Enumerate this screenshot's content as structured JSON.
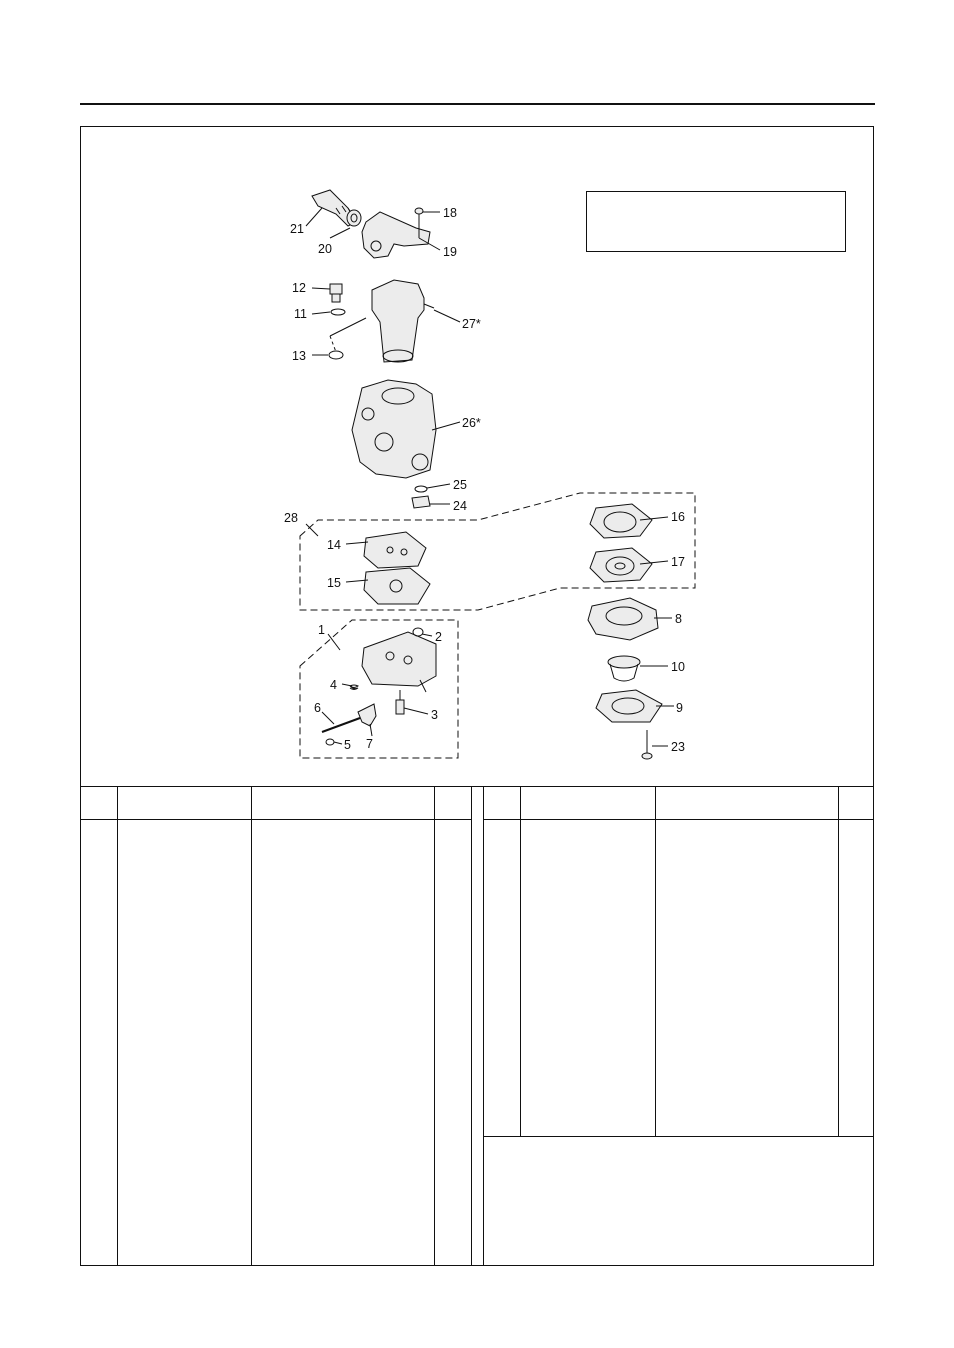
{
  "diagram": {
    "callouts": [
      {
        "id": "c21",
        "text": "21"
      },
      {
        "id": "c20",
        "text": "20"
      },
      {
        "id": "c18",
        "text": "18"
      },
      {
        "id": "c19",
        "text": "19"
      },
      {
        "id": "c12",
        "text": "12"
      },
      {
        "id": "c11",
        "text": "11"
      },
      {
        "id": "c27",
        "text": "27*"
      },
      {
        "id": "c13",
        "text": "13"
      },
      {
        "id": "c26",
        "text": "26*"
      },
      {
        "id": "c25",
        "text": "25"
      },
      {
        "id": "c24",
        "text": "24"
      },
      {
        "id": "c28",
        "text": "28"
      },
      {
        "id": "c14",
        "text": "14"
      },
      {
        "id": "c15",
        "text": "15"
      },
      {
        "id": "c16",
        "text": "16"
      },
      {
        "id": "c17",
        "text": "17"
      },
      {
        "id": "c8",
        "text": "8"
      },
      {
        "id": "c1",
        "text": "1"
      },
      {
        "id": "c2",
        "text": "2"
      },
      {
        "id": "c10",
        "text": "10"
      },
      {
        "id": "c4",
        "text": "4"
      },
      {
        "id": "c3",
        "text": "3"
      },
      {
        "id": "c9",
        "text": "9"
      },
      {
        "id": "c6",
        "text": "6"
      },
      {
        "id": "c5",
        "text": "5"
      },
      {
        "id": "c7",
        "text": "7"
      },
      {
        "id": "c23",
        "text": "23"
      }
    ]
  },
  "colors": {
    "ink": "#111111",
    "paper": "#ffffff",
    "part_fill": "#ececec"
  }
}
